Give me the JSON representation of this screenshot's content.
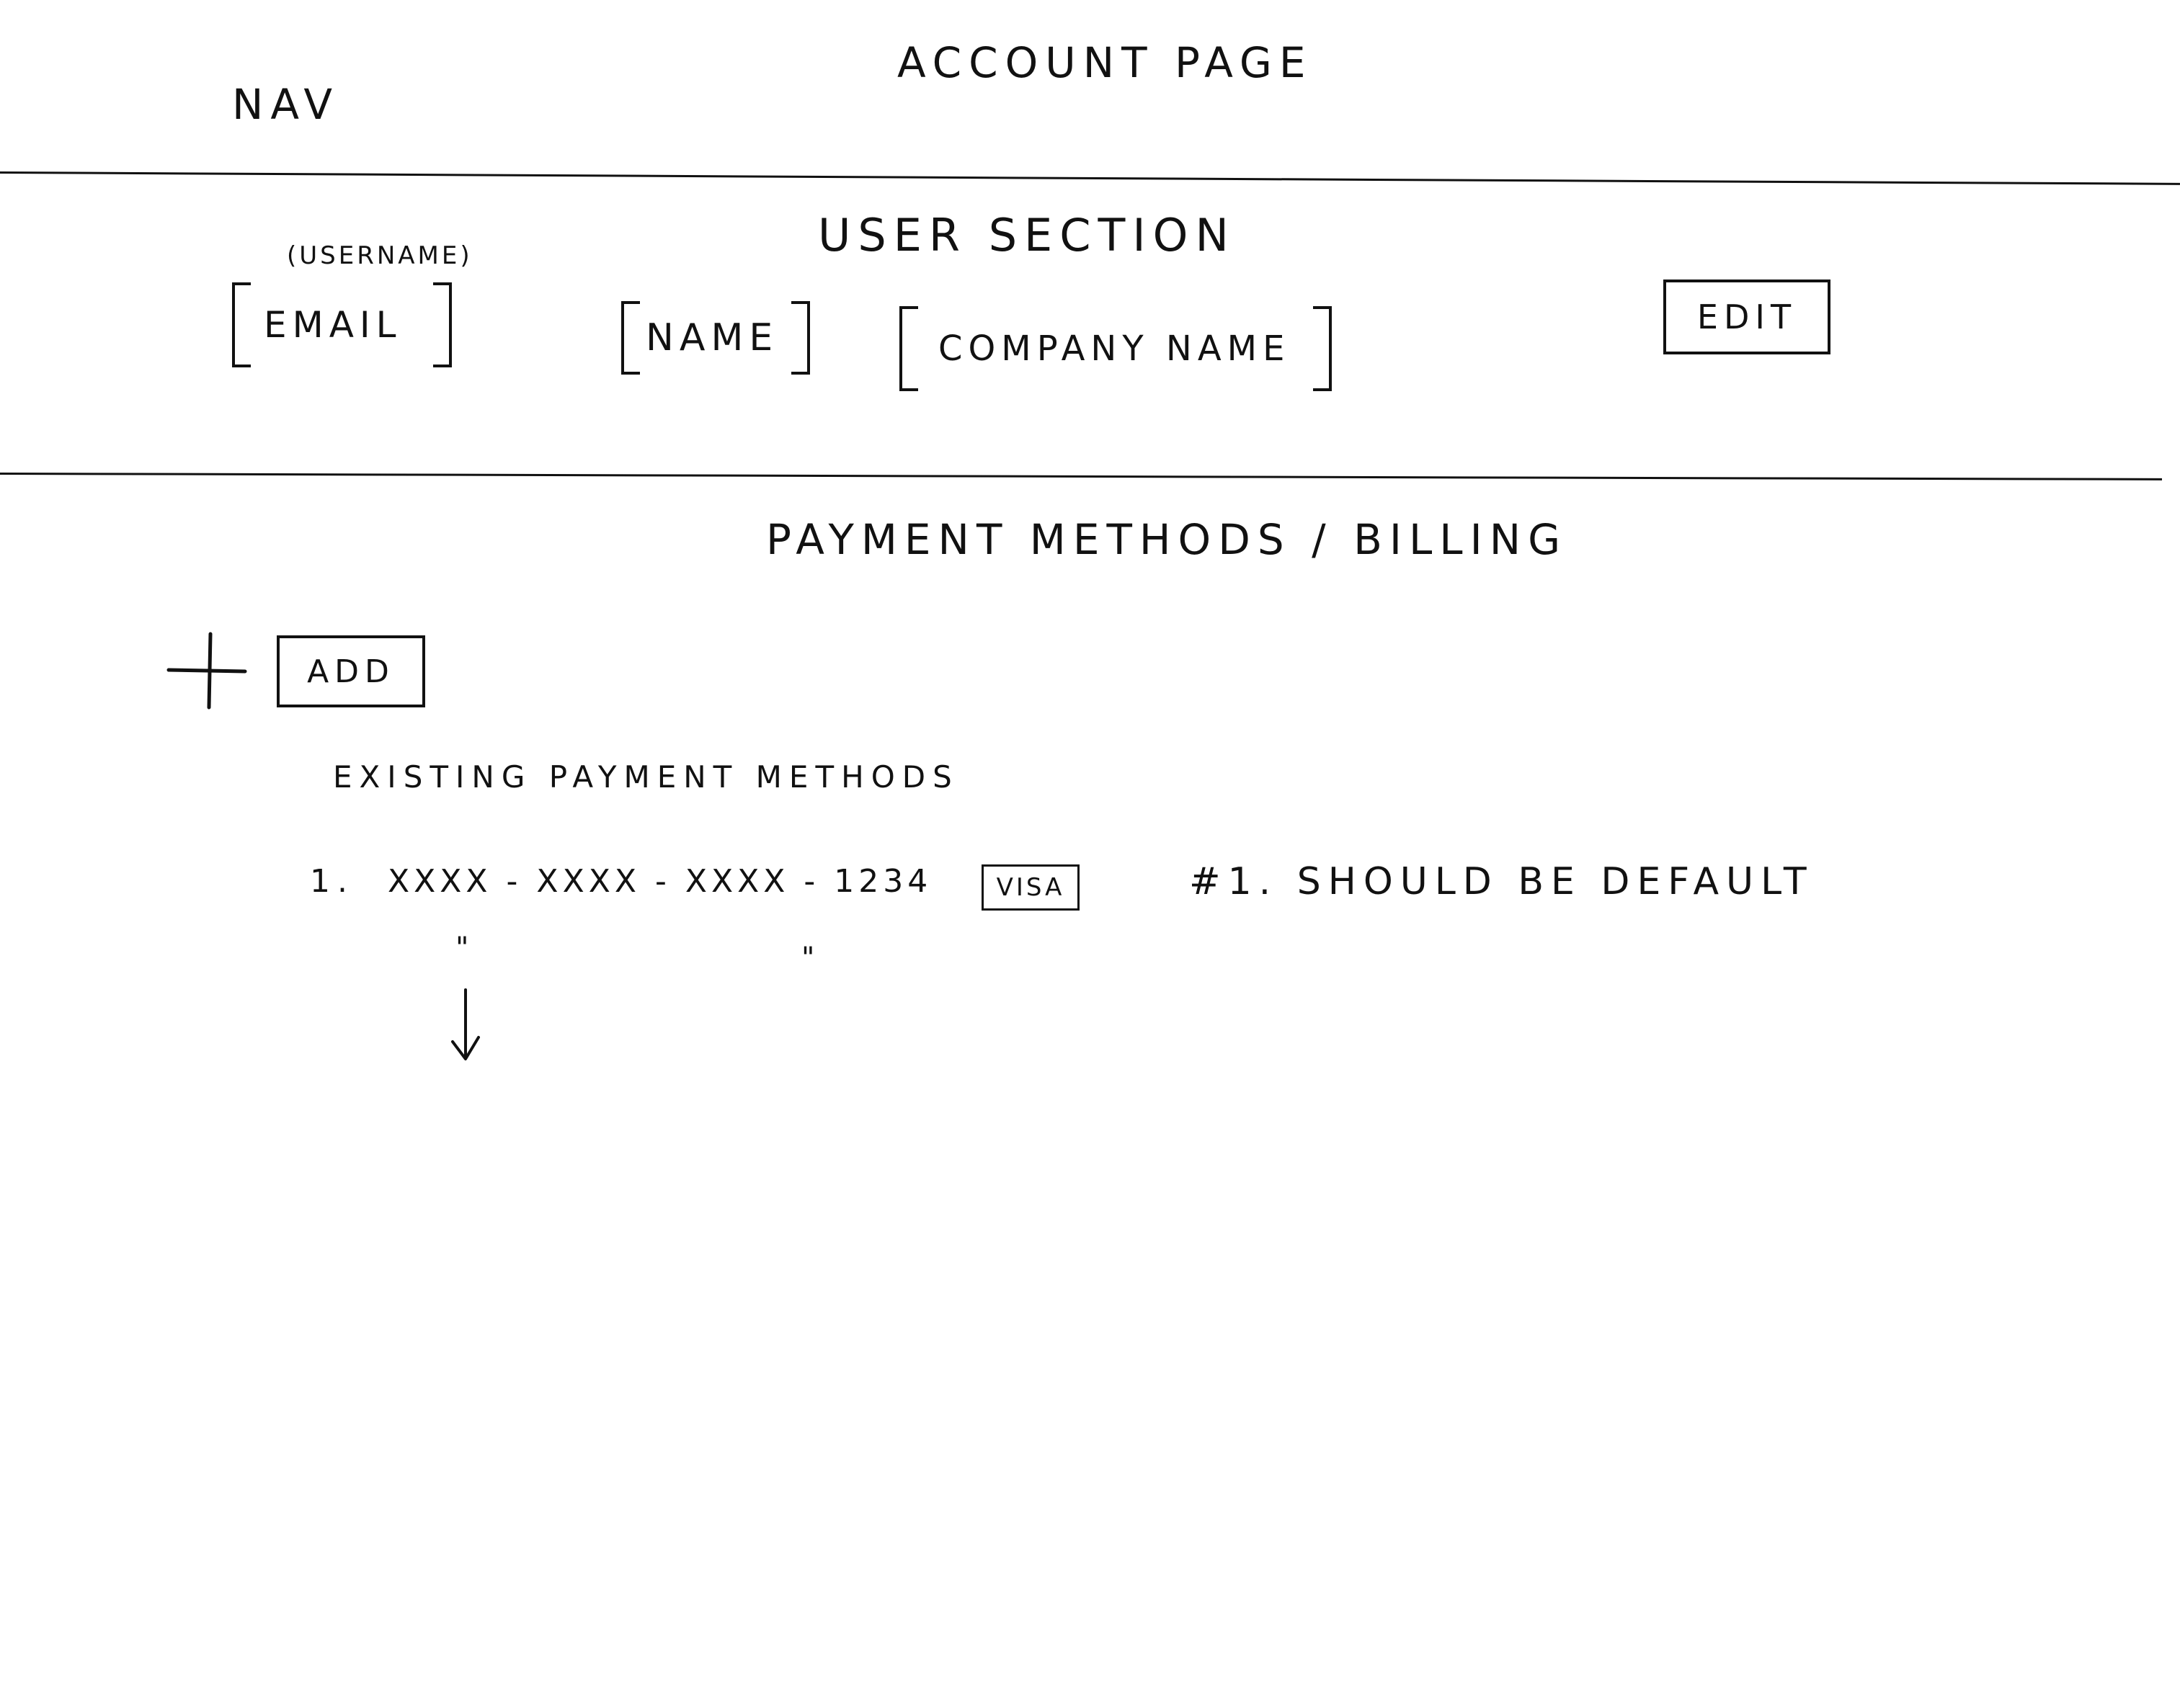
{
  "header": {
    "page_title": "ACCOUNT PAGE",
    "nav_label": "NAV"
  },
  "user_section": {
    "title": "USER SECTION",
    "email_note": "(USERNAME)",
    "email_field": "EMAIL",
    "name_field": "NAME",
    "company_field": "COMPANY NAME",
    "edit_label": "EDIT"
  },
  "billing": {
    "title": "PAYMENT METHODS / BILLING",
    "add_label": "ADD",
    "existing_heading": "EXISTING PAYMENT METHODS",
    "methods": [
      {
        "index": "1.",
        "card_number": "XXXX - XXXX - XXXX - 1234",
        "brand": "VISA",
        "note": "#1. SHOULD BE DEFAULT"
      }
    ],
    "ditto_left": "\"",
    "ditto_right": "\""
  },
  "icons": {
    "add": "plus-icon",
    "continue": "down-arrow-icon"
  }
}
